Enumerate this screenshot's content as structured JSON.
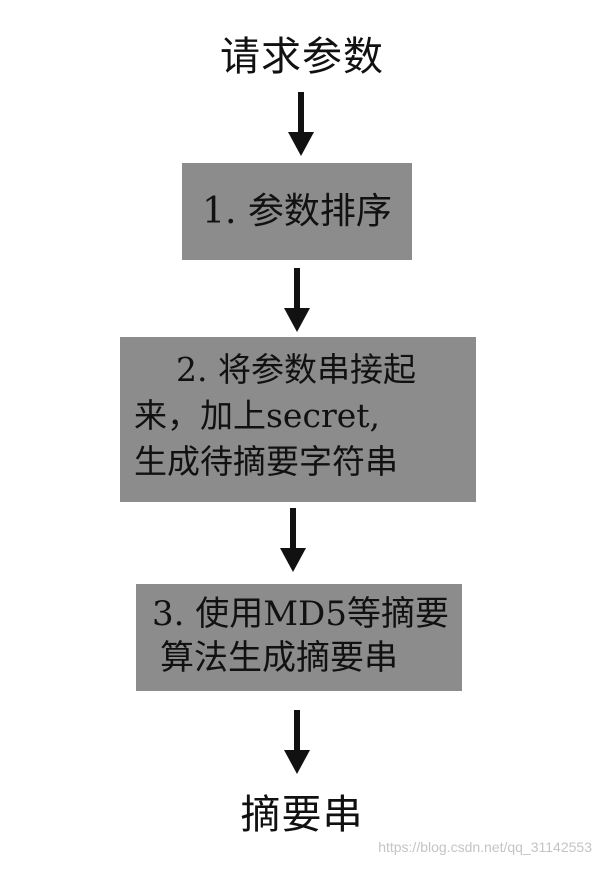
{
  "diagram": {
    "start_label": "请求参数",
    "steps": [
      {
        "lines": [
          "1. 参数排序"
        ]
      },
      {
        "lines": [
          "2. 将参数串接起",
          "来，加上secret,",
          "生成待摘要字符串"
        ]
      },
      {
        "lines": [
          "3. 使用MD5等摘要",
          "算法生成摘要串"
        ]
      }
    ],
    "end_label": "摘要串",
    "colors": {
      "box_fill": "#8c8c8c",
      "arrow": "#111111",
      "text": "#111111"
    }
  },
  "watermark": "https://blog.csdn.net/qq_31142553"
}
